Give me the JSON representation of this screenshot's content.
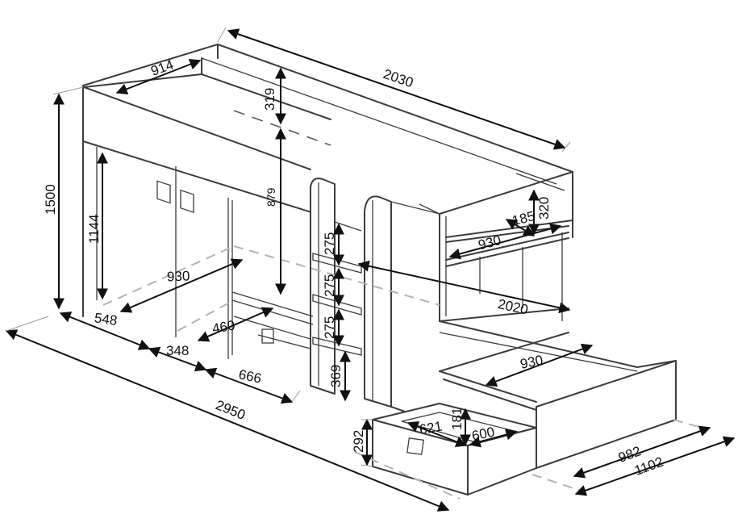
{
  "dimensions": {
    "d2030": "2030",
    "d914": "914",
    "d319": "319",
    "d1500": "1500",
    "d1144": "1144",
    "d879": "879",
    "d930_left": "930",
    "d548": "548",
    "d348": "348",
    "d460": "460",
    "d666": "666",
    "d275_top": "275",
    "d275_mid": "275",
    "d275_bot": "275",
    "d369": "369",
    "d2950": "2950",
    "d320": "320",
    "d185": "185",
    "d930_shelf": "930",
    "d2020": "2020",
    "d930_lower": "930",
    "d621": "621",
    "d181": "181",
    "d600": "600",
    "d292": "292",
    "d982": "982",
    "d1102": "1102"
  }
}
